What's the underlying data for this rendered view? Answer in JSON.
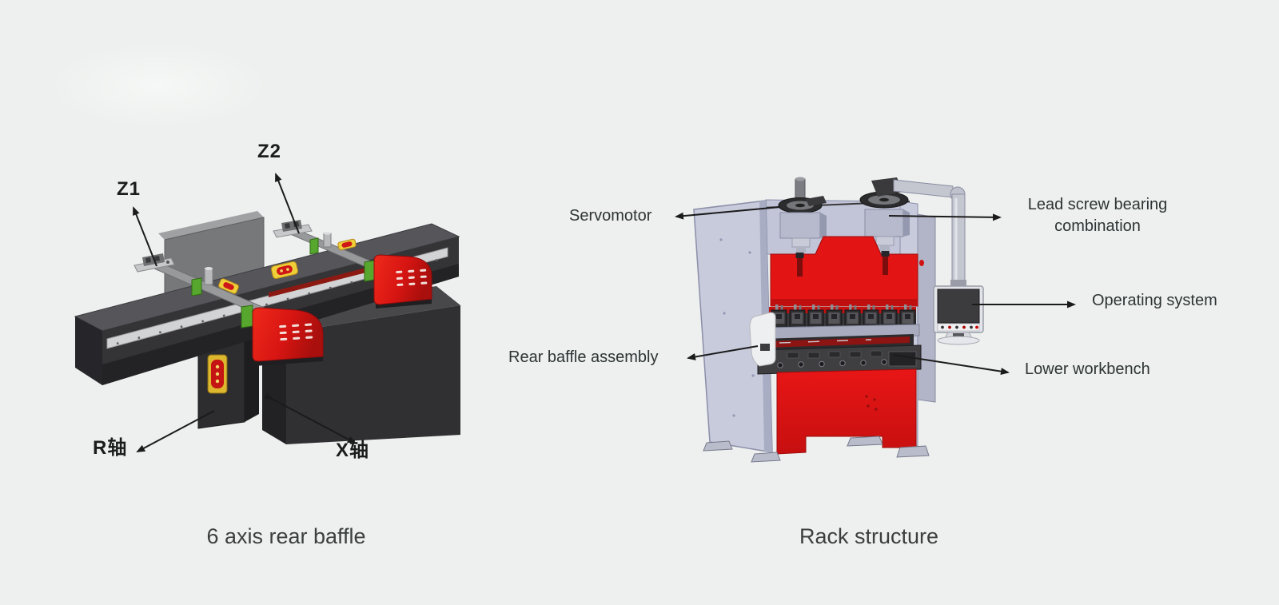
{
  "colors": {
    "background": "#edf0ee",
    "ink": "#1b1d1c",
    "label_text": "#2e3434",
    "caption_text": "#3b3f3e",
    "red": "#e21414",
    "red_dark": "#b40f0f",
    "green": "#57a72e",
    "frame_lavender": "#c8cbdc",
    "dark_steel": "#333336",
    "yellow_label": "#eecf38",
    "rail_silver": "#d2d3d5"
  },
  "figures": {
    "left": {
      "caption": "6 axis rear baffle",
      "labels": {
        "z1": "Z1",
        "z2": "Z2",
        "r_axis": "R轴",
        "x_axis": "X轴"
      }
    },
    "right": {
      "caption": "Rack structure",
      "labels": {
        "servomotor": "Servomotor",
        "lead_screw": "Lead screw bearing combination",
        "operating_system": "Operating system",
        "rear_baffle": "Rear baffle assembly",
        "lower_workbench": "Lower workbench"
      }
    }
  }
}
